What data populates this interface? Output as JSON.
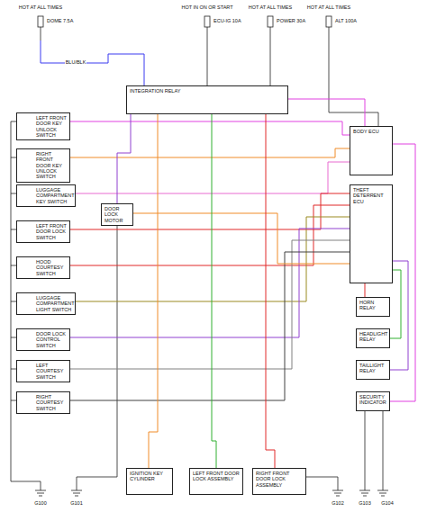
{
  "diagram": {
    "nodes": [
      {
        "text": [
          "INTEGRATION RELAY"
        ]
      },
      {
        "text": [
          "BODY ECU"
        ]
      },
      {
        "text": [
          "THEFT DETERRENT ECU"
        ]
      },
      {
        "text": [
          "LEFT FRONT DOOR KEY UNLOCK SWITCH"
        ]
      },
      {
        "text": [
          "RIGHT FRONT DOOR KEY UNLOCK SWITCH"
        ]
      },
      {
        "text": [
          "LUGGAGE COMPARTMENT KEY SWITCH"
        ]
      },
      {
        "text": [
          "LEFT FRONT DOOR LOCK SWITCH"
        ]
      },
      {
        "text": [
          "HOOD COURTESY SWITCH"
        ]
      },
      {
        "text": [
          "LUGGAGE COMPARTMENT LIGHT SWITCH"
        ]
      },
      {
        "text": [
          "DOOR LOCK CONTROL SWITCH"
        ]
      },
      {
        "text": [
          "LEFT COURTESY SWITCH"
        ]
      },
      {
        "text": [
          "RIGHT COURTESY SWITCH"
        ]
      },
      {
        "text": [
          "DOOR LOCK MOTOR"
        ]
      },
      {
        "text": [
          "IGNITION KEY CYLINDER"
        ]
      },
      {
        "text": [
          "LEFT FRONT DOOR LOCK ASSEMBLY"
        ]
      },
      {
        "text": [
          "RIGHT FRONT DOOR LOCK ASSEMBLY"
        ]
      },
      {
        "text": [
          "HORN RELAY"
        ]
      },
      {
        "text": [
          "HEADLIGHT RELAY"
        ]
      },
      {
        "text": [
          "TAILLIGHT RELAY"
        ]
      },
      {
        "text": [
          "SECURITY INDICATOR"
        ]
      }
    ],
    "edges": [
      {
        "from": 3,
        "to": 1,
        "arrow": "none"
      },
      {
        "from": 4,
        "to": 1,
        "arrow": "none"
      },
      {
        "from": 5,
        "to": 1,
        "arrow": "none"
      },
      {
        "from": 6,
        "to": 2,
        "arrow": "none"
      },
      {
        "from": 7,
        "to": 2,
        "arrow": "none"
      },
      {
        "from": 8,
        "to": 2,
        "arrow": "none"
      },
      {
        "from": 9,
        "to": 2,
        "arrow": "none"
      },
      {
        "from": 10,
        "to": 2,
        "arrow": "none"
      },
      {
        "from": 11,
        "to": 2,
        "arrow": "none"
      },
      {
        "from": 12,
        "to": 2,
        "arrow": "none"
      },
      {
        "from": 0,
        "to": 13,
        "arrow": "none"
      },
      {
        "from": 0,
        "to": 14,
        "arrow": "none"
      },
      {
        "from": 0,
        "to": 15,
        "arrow": "none"
      },
      {
        "from": 2,
        "to": 16,
        "arrow": "none"
      },
      {
        "from": 2,
        "to": 17,
        "arrow": "none"
      },
      {
        "from": 2,
        "to": 18,
        "arrow": "none"
      },
      {
        "from": 1,
        "to": 19,
        "arrow": "none"
      },
      {
        "from": 0,
        "to": 12,
        "arrow": "none"
      },
      {
        "from": 0,
        "to": 1,
        "arrow": "none"
      }
    ],
    "labels": [
      "HOT AT ALL TIMES",
      "DOME 7.5A",
      "HOT IN ON OR START",
      "ECU-IG 10A",
      "HOT AT ALL TIMES",
      "POWER 30A",
      "HOT AT ALL TIMES",
      "ALT 100A",
      "G100",
      "G101",
      "G102",
      "G103",
      "G104",
      "BLU/BLK"
    ]
  }
}
